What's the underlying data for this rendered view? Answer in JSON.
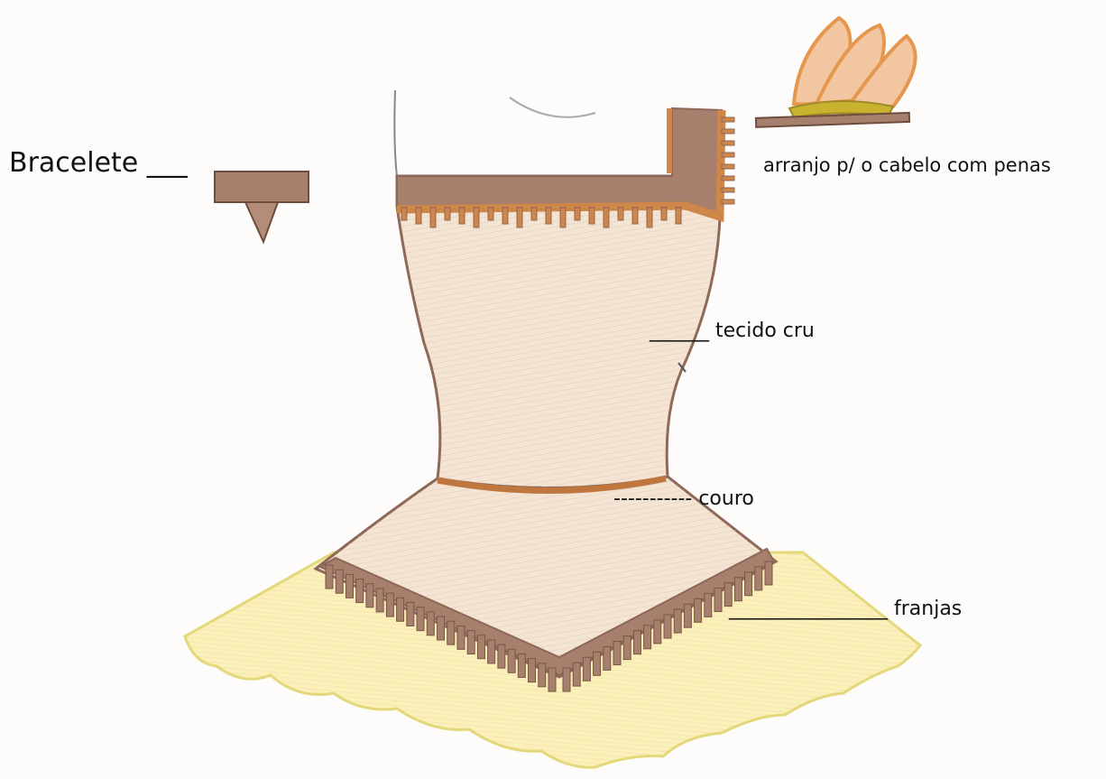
{
  "labels": {
    "bracelete": "Bracelete ___",
    "arranjo": "arranjo p/ o cabelo com penas",
    "tecido": "______ tecido cru",
    "couro": "----------- couro",
    "franjas": "________________ franjas"
  },
  "colors": {
    "paper": "#fdfcfa",
    "fabric": "#f1dfcc",
    "fabric_shade": "#e6c8ab",
    "leather": "#a67f6d",
    "leather_dark": "#8d6757",
    "orange_trim": "#cf8649",
    "belt": "#c0773f",
    "skirt_yellow": "#fbf0b8",
    "skirt_edge": "#e4d97a",
    "feather_orange": "#e5974f",
    "feather_light": "#f2c6a0",
    "feather_base": "#c9b230"
  }
}
